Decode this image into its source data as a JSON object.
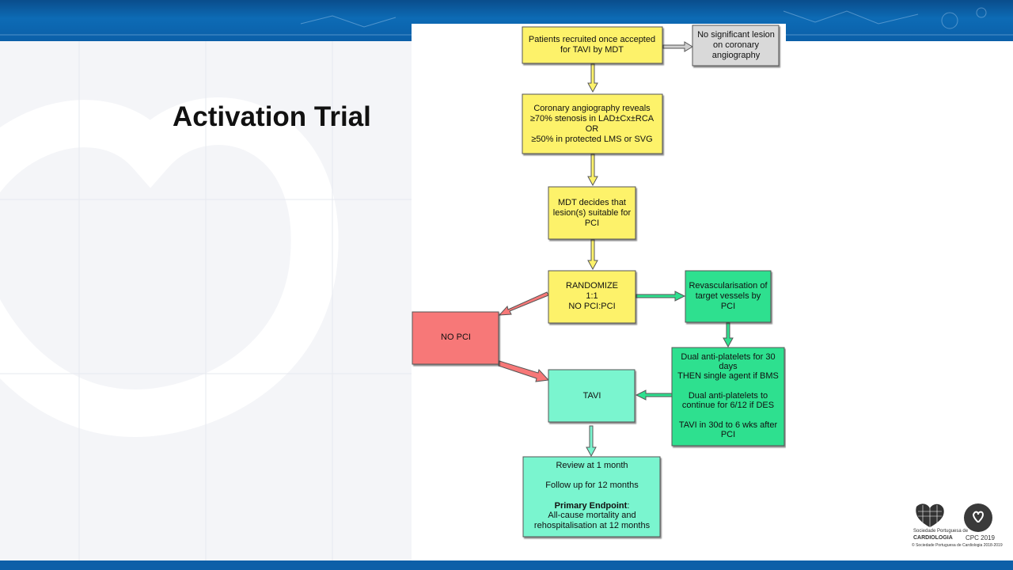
{
  "slide": {
    "title": "Activation Trial"
  },
  "flowchart": {
    "nodes": {
      "recruited": [
        "Patients recruited once accepted",
        "for TAVI by MDT"
      ],
      "no_lesion": [
        "No significant lesion",
        "on coronary",
        "angiography"
      ],
      "angiography": [
        "Coronary angiography reveals",
        "≥70% stenosis in LAD±Cx±RCA",
        "OR",
        "≥50% in protected LMS or SVG"
      ],
      "mdt": [
        "MDT decides that",
        "lesion(s) suitable for",
        "PCI"
      ],
      "randomize": [
        "RANDOMIZE",
        "1:1",
        "NO PCI:PCI"
      ],
      "revasc": [
        "Revascularisation of",
        "target vessels by",
        "PCI"
      ],
      "no_pci": [
        "NO PCI"
      ],
      "dual": [
        "Dual anti-platelets for 30",
        "days",
        "THEN single agent if BMS",
        "",
        "Dual anti-platelets to",
        "continue for 6/12 if DES",
        "",
        "TAVI in 30d to 6 wks after",
        "PCI"
      ],
      "tavi": [
        "TAVI"
      ],
      "review_line1": "Review at 1 month",
      "review_line2": "Follow up for 12 months",
      "review_endpoint_label": "Primary Endpoint",
      "review_endpoint_colon": ":",
      "review_line4": "All-cause mortality and",
      "review_line5": "rehospitalisation at 12 months"
    }
  },
  "logos": {
    "spc_caption_small": "Sociedade Portuguesa de",
    "spc_name": "CARDIOLOGIA",
    "cpc_name": "CPC 2019",
    "footer_caption": "© Sociedade Portuguesa de Cardiologia 2018-2019"
  },
  "colors": {
    "yellow": "#fdf26b",
    "gray": "#d9d9d9",
    "green": "#2fe08f",
    "teal": "#7af5cf",
    "red": "#f77878",
    "header_blue": "#0d6bb5"
  }
}
